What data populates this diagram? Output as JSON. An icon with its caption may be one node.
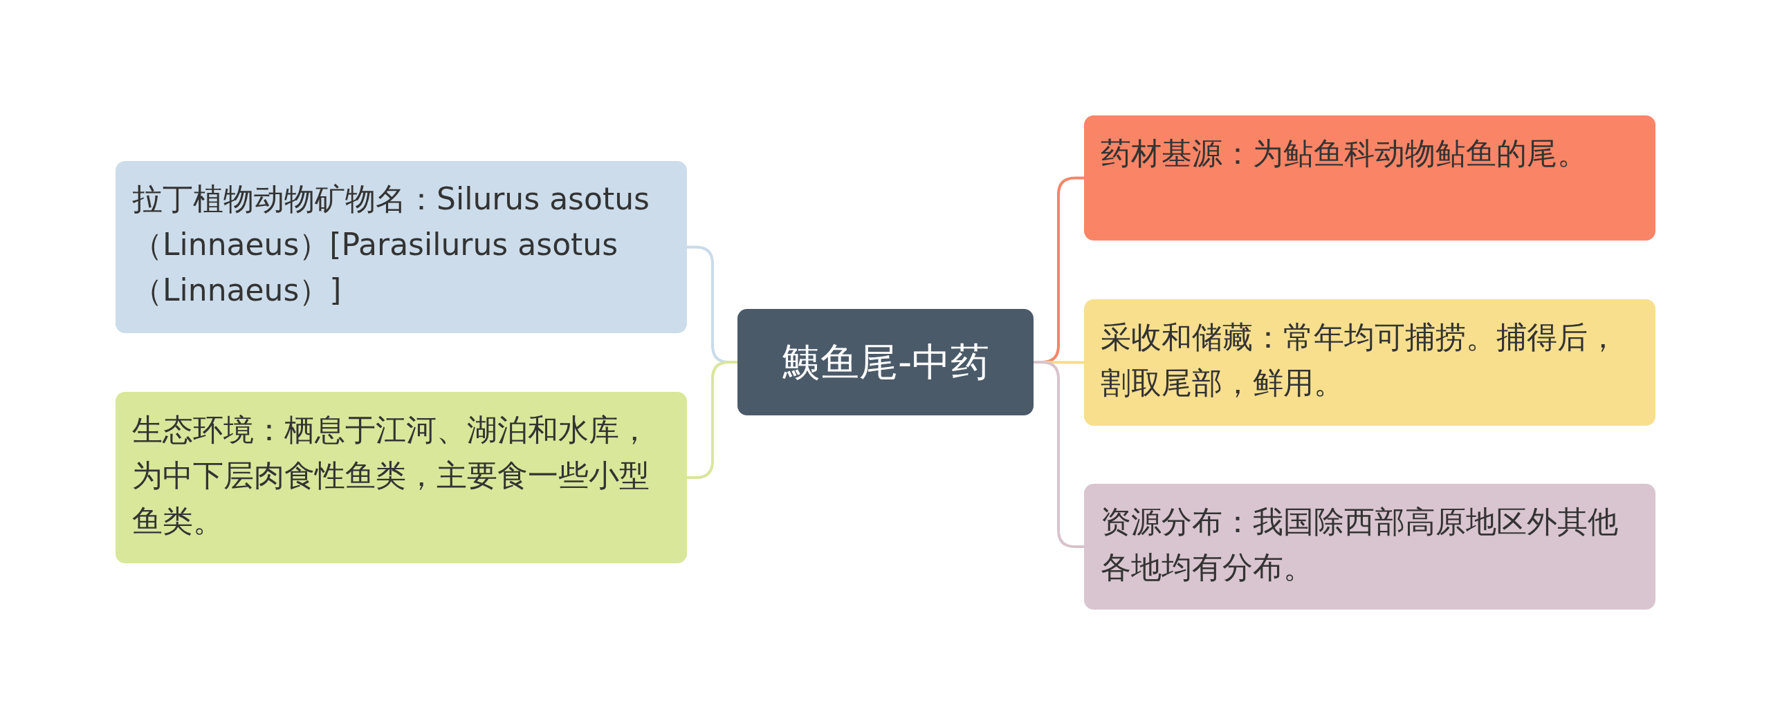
{
  "diagram": {
    "nodes": [
      {
        "text": [
          "鮧鱼尾-中药"
        ]
      },
      {
        "text": [
          "拉丁植物动物矿物名：Silurus asotus （Linnaeus）[Parasilurus asotus （Linnaeus）]"
        ]
      },
      {
        "text": [
          "生态环境：栖息于江河、湖泊和水库，为中下层肉食性鱼类，主要食一些小型鱼类。"
        ]
      },
      {
        "text": [
          "药材基源：为鲇鱼科动物鲇鱼的尾。"
        ]
      },
      {
        "text": [
          "采收和储藏：常年均可捕捞。捕得后，割取尾部，鲜用。"
        ]
      },
      {
        "text": [
          "资源分布：我国除西部高原地区外其他各地均有分布。"
        ]
      }
    ],
    "edges": [
      {
        "from": 0,
        "to": 1,
        "arrow": "none",
        "color": "#c9dbea"
      },
      {
        "from": 0,
        "to": 2,
        "arrow": "none",
        "color": "#d9e69a"
      },
      {
        "from": 0,
        "to": 3,
        "arrow": "none",
        "color": "#f4856a"
      },
      {
        "from": 0,
        "to": 4,
        "arrow": "none",
        "color": "#f5dc8f"
      },
      {
        "from": 0,
        "to": 5,
        "arrow": "none",
        "color": "#d8c3cc"
      }
    ]
  }
}
